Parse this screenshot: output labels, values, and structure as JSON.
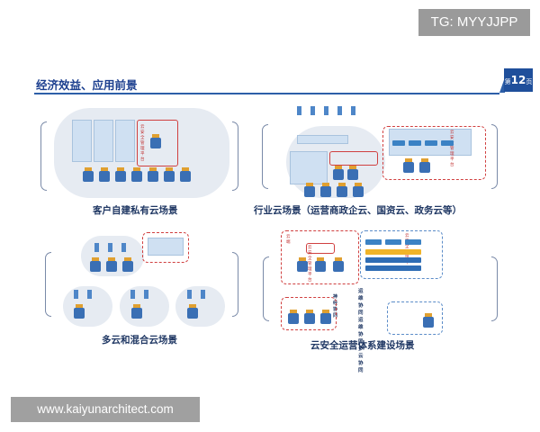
{
  "watermark_top": "TG: MYYJJPP",
  "header": {
    "title": "经济效益、应用前景",
    "page_prefix": "第",
    "page_number": "12",
    "page_suffix": "页"
  },
  "panels": {
    "private_cloud": {
      "caption": "客户自建私有云场景",
      "platform_label": "云安全管理平台"
    },
    "industry_cloud": {
      "caption": "行业云场景（运营商政企云、国资云、政务云等）",
      "platform_label": "云安全管理平台"
    },
    "multi_cloud": {
      "caption": "多云和混合云场景"
    },
    "ops_system": {
      "caption": "云安全运营体系建设场景",
      "cloud_label": "云端",
      "platform_label": "云安全管理平台",
      "platform_label_right": "云安全管理平台",
      "collab_title": "神经协同",
      "collab_items": [
        "运维协同",
        "运维协同",
        "多云协同"
      ]
    }
  },
  "watermark_bottom": "www.kaiyunarchitect.com",
  "colors": {
    "header_title": "#1c3f8f",
    "header_line": "#2d5fa8",
    "badge_bg": "#1f4f9b",
    "caption": "#203864",
    "accent_red": "#d04040"
  }
}
